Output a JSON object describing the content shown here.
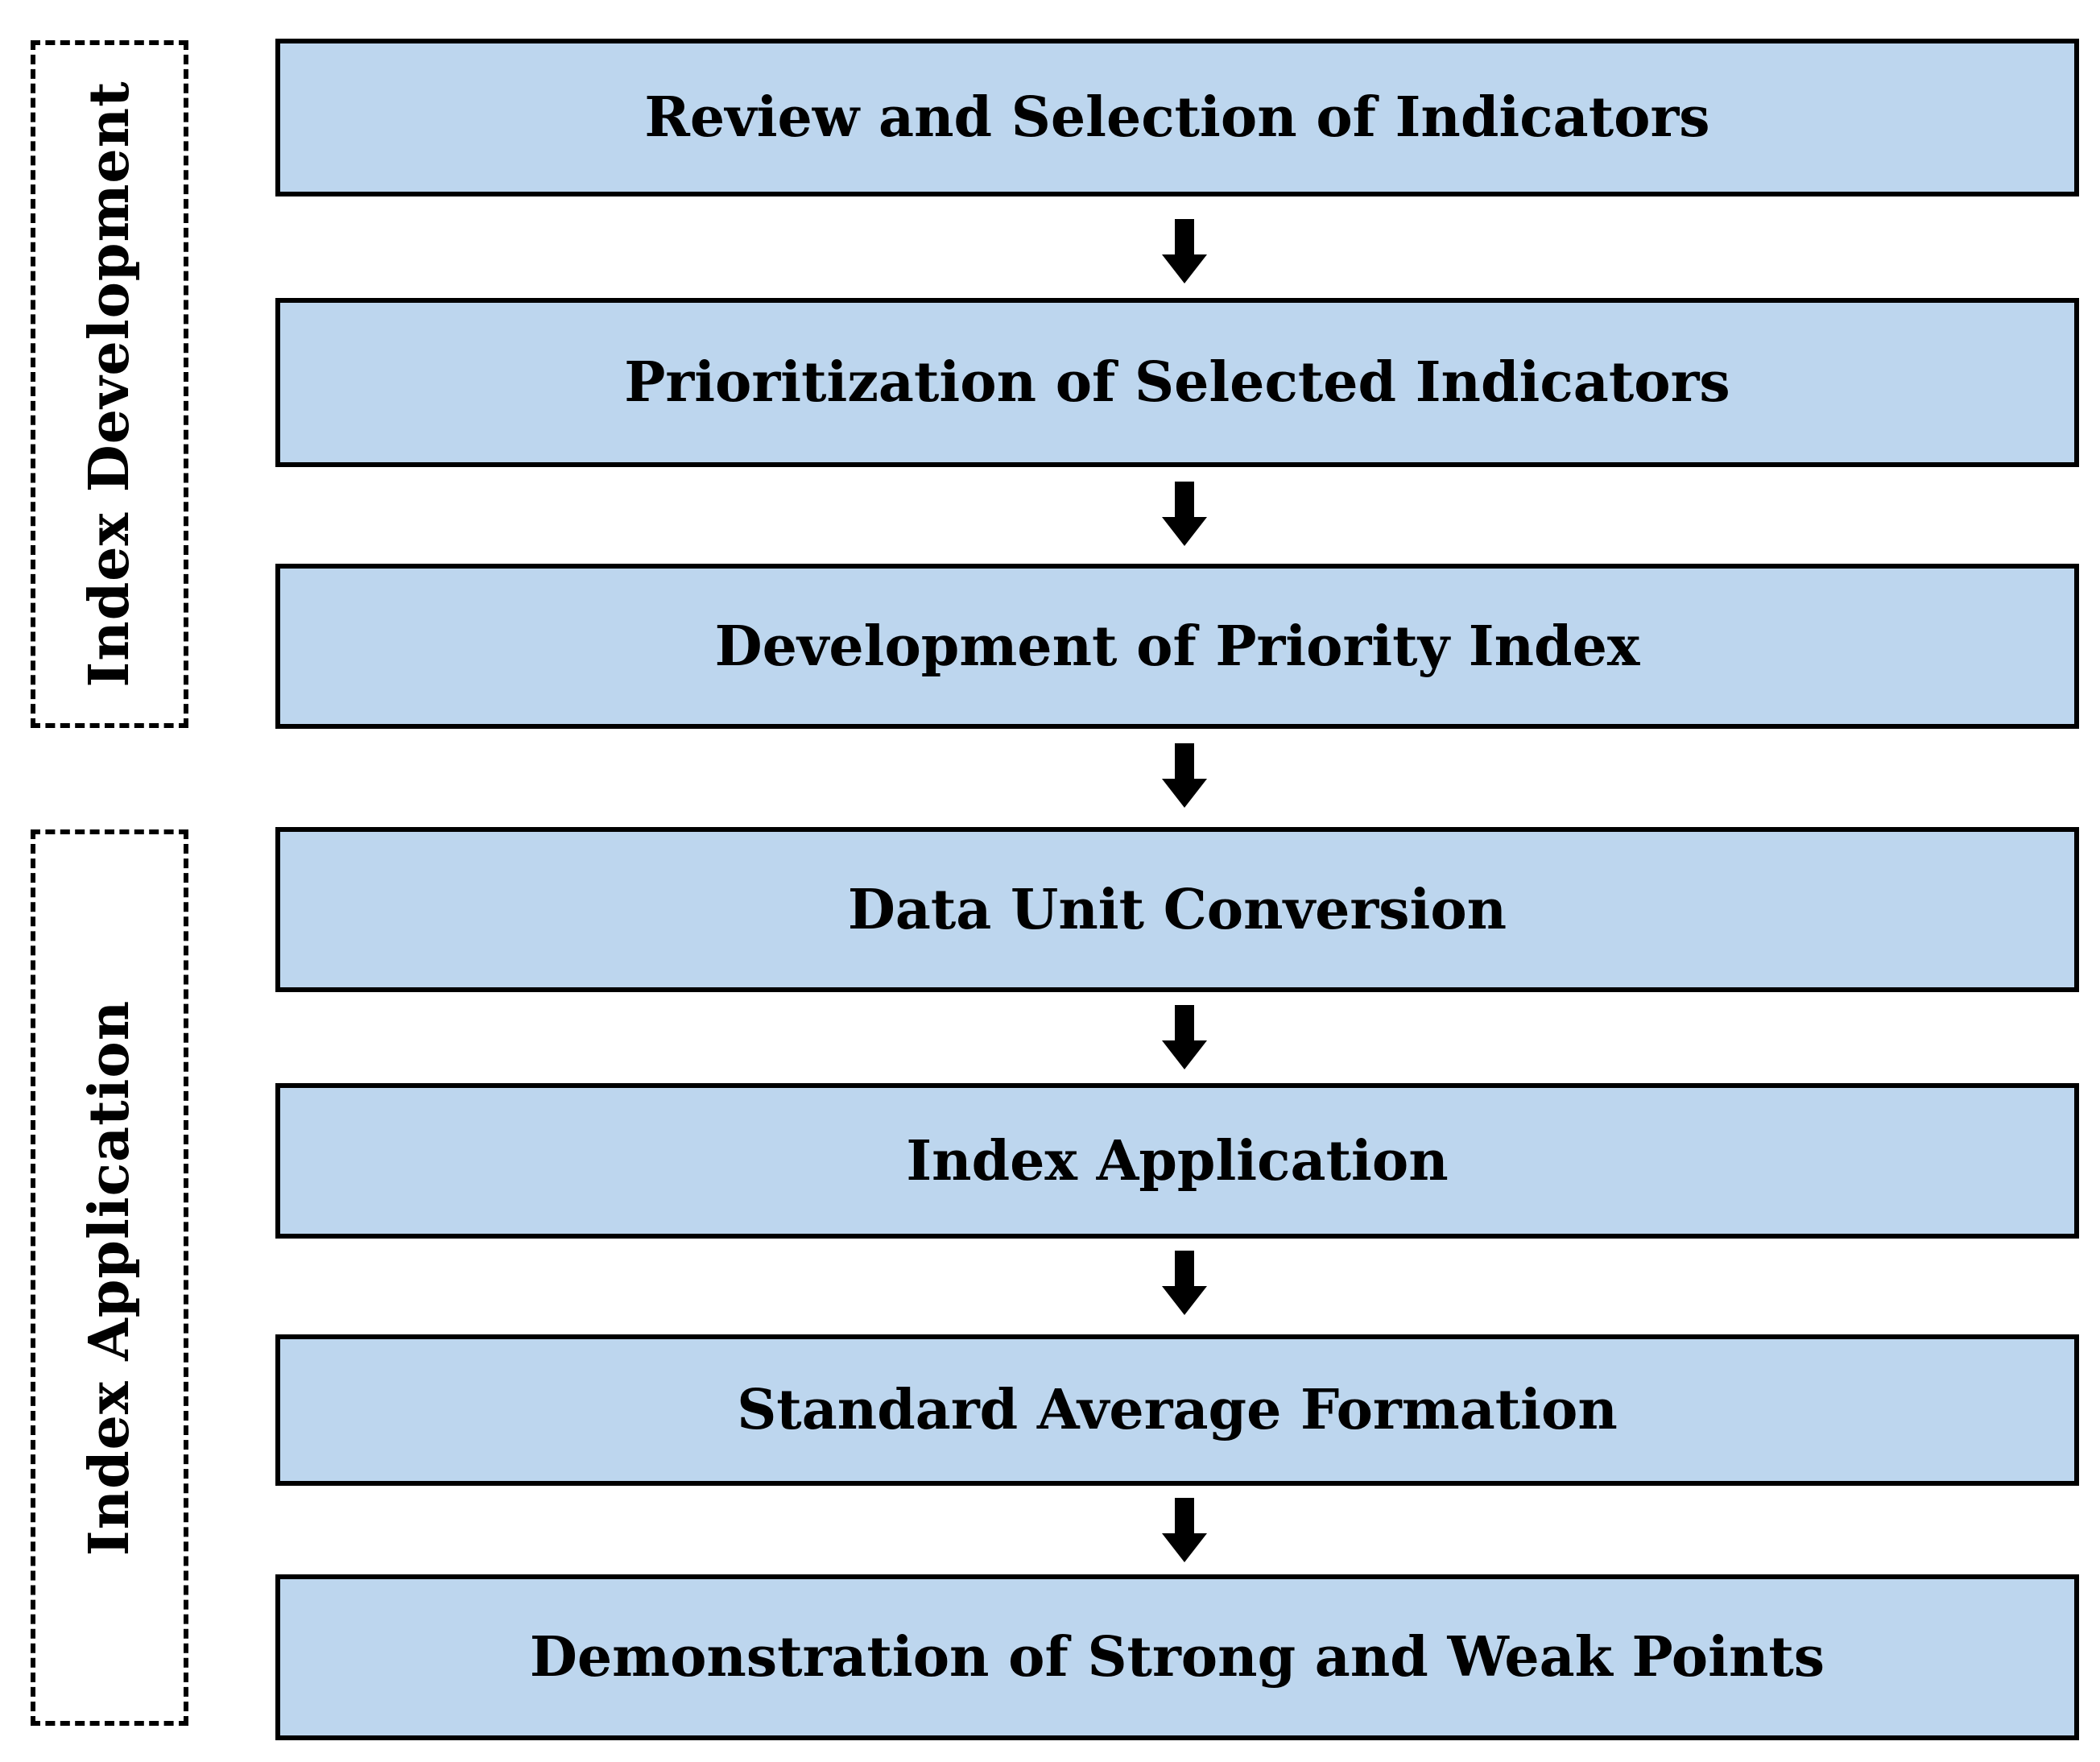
{
  "groups": [
    {
      "label": "Index Development"
    },
    {
      "label": "Index Application"
    }
  ],
  "steps": [
    {
      "label": "Review and Selection of Indicators"
    },
    {
      "label": "Prioritization of Selected Indicators"
    },
    {
      "label": "Development of Priority Index"
    },
    {
      "label": "Data Unit Conversion"
    },
    {
      "label": "Index Application"
    },
    {
      "label": "Standard Average Formation"
    },
    {
      "label": "Demonstration of Strong and Weak Points"
    }
  ],
  "colors": {
    "box_fill": "#bdd6ee",
    "border": "#000000",
    "arrow": "#000000"
  }
}
